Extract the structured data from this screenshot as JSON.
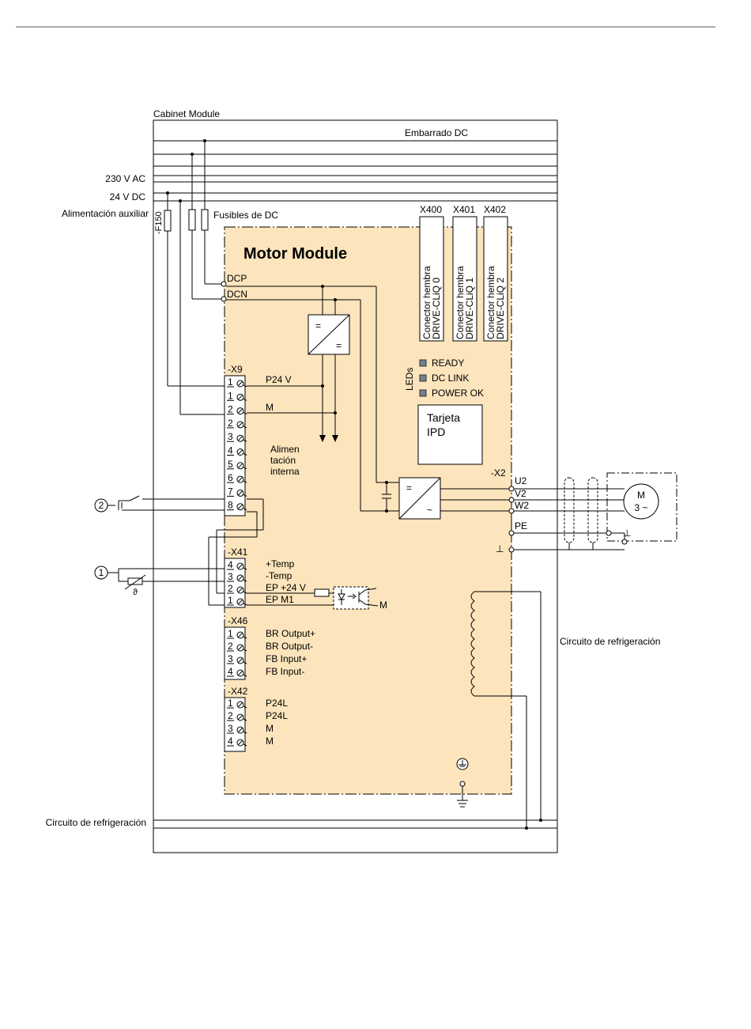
{
  "cabinet": {
    "title": "Cabinet Module",
    "dc_busbar": "Embarrado DC",
    "ac_230": "230 V AC",
    "dc_24": "24 V DC",
    "aux_supply": "Alimentación auxiliar",
    "fuse_f150": "-F150",
    "dc_fuses": "Fusibles de DC",
    "cooling_left": "Circuito de refrigeración",
    "cooling_right": "Circuito de refrigeración"
  },
  "module": {
    "title": "Motor Module",
    "dcp": "DCP",
    "dcn": "DCN",
    "converter_top": "=",
    "converter_bottom": "=",
    "inverter_top": "=",
    "inverter_bottom": "~",
    "internal_supply": [
      "Alimen",
      "tación",
      "interna"
    ],
    "x2_label": "-X2",
    "x2_terminals": [
      "U2",
      "V2",
      "W2",
      "PE"
    ],
    "ground_symbol": "⊥"
  },
  "connectors": [
    {
      "id": "X400",
      "label": [
        "Conector hembra",
        "DRIVE-CLiQ 0"
      ]
    },
    {
      "id": "X401",
      "label": [
        "Conector hembra",
        "DRIVE-CLiQ 1"
      ]
    },
    {
      "id": "X402",
      "label": [
        "Conector hembra",
        "DRIVE-CLiQ 2"
      ]
    }
  ],
  "leds": {
    "title": "LEDs",
    "items": [
      "READY",
      "DC LINK",
      "POWER OK"
    ],
    "color": "#708090"
  },
  "ipd_card": [
    "Tarjeta",
    "IPD"
  ],
  "x9": {
    "label": "-X9",
    "pins": [
      "1",
      "1",
      "2",
      "2",
      "3",
      "4",
      "5",
      "6",
      "7",
      "8"
    ],
    "signals": [
      "P24 V",
      "M"
    ]
  },
  "x41": {
    "label": "-X41",
    "pins": [
      "4",
      "3",
      "2",
      "1"
    ],
    "signals": [
      "+Temp",
      "-Temp",
      "EP +24 V",
      "EP M1"
    ],
    "optocoupler_m": "M"
  },
  "x46": {
    "label": "-X46",
    "pins": [
      "1",
      "2",
      "3",
      "4"
    ],
    "signals": [
      "BR Output+",
      "BR Output-",
      "FB Input+",
      "FB Input-"
    ]
  },
  "x42": {
    "label": "-X42",
    "pins": [
      "1",
      "2",
      "3",
      "4"
    ],
    "signals": [
      "P24L",
      "P24L",
      "M",
      "M"
    ]
  },
  "motor": {
    "letter": "M",
    "phases": "3 ~",
    "ground": "⊥"
  },
  "callouts": [
    "2",
    "1"
  ],
  "thermistor_symbol": "ϑ",
  "colors": {
    "module_fill": "#FCE4BC",
    "line": "#000000",
    "led": "#708090"
  }
}
